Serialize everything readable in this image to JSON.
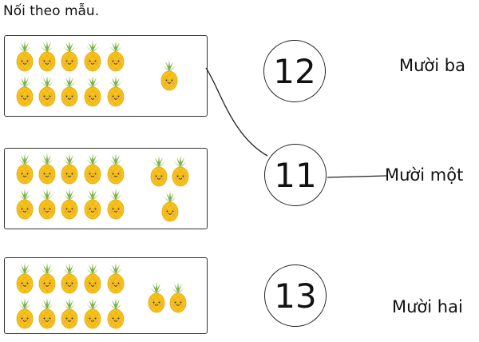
{
  "instruction": "Nối theo mẫu.",
  "groups": [
    {
      "main_count": 10,
      "extra_count": 1
    },
    {
      "main_count": 10,
      "extra_count": 3
    },
    {
      "main_count": 10,
      "extra_count": 2
    }
  ],
  "numbers": [
    "12",
    "11",
    "13"
  ],
  "words": [
    "Mười ba",
    "Mười một",
    "Mười hai"
  ],
  "colors": {
    "pineapple_body": "#f7c21e",
    "pineapple_leaf": "#7cb342",
    "border": "#333333"
  },
  "icons": [
    "pineapple-icon"
  ]
}
